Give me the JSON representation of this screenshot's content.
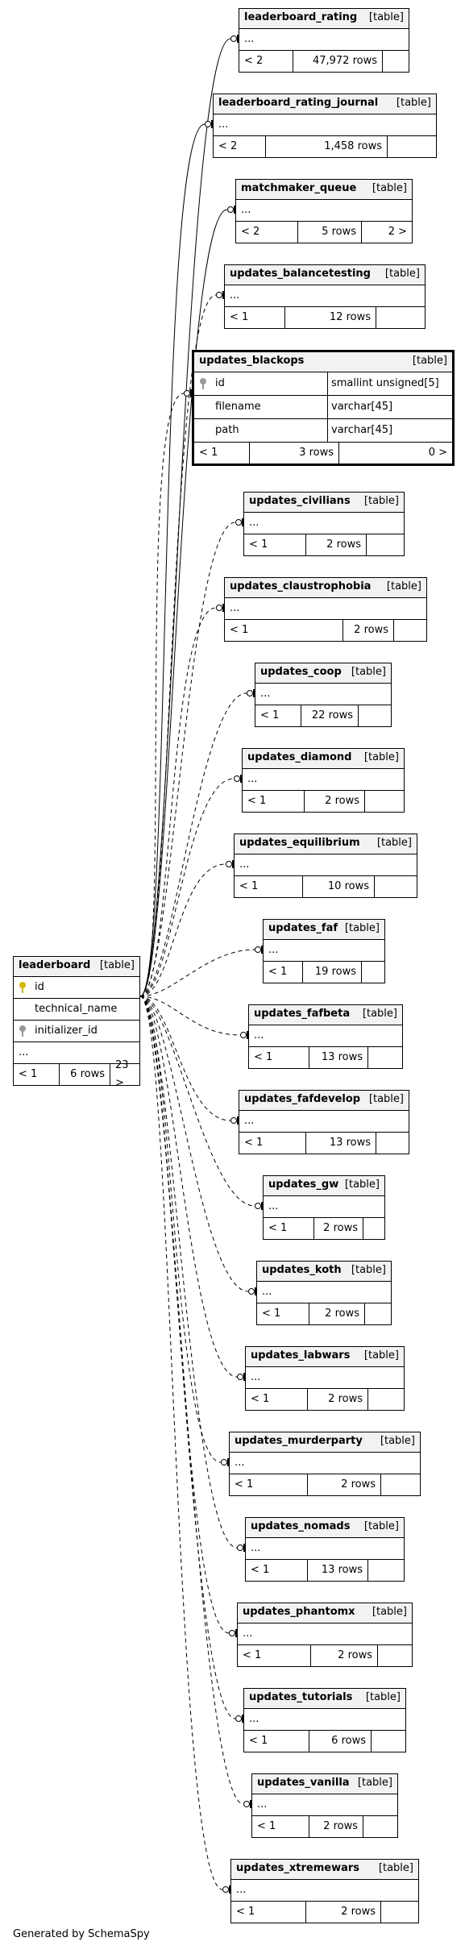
{
  "main": {
    "name": "leaderboard",
    "kind": "[table]",
    "columns": [
      "id",
      "technical_name",
      "initializer_id"
    ],
    "more": "...",
    "footer": {
      "prev": "< 1",
      "rows": "6 rows",
      "next": "23 >"
    }
  },
  "focus": {
    "name": "updates_blackops",
    "kind": "[table]",
    "columns": [
      {
        "name": "id",
        "type": "smallint unsigned[5]"
      },
      {
        "name": "filename",
        "type": "varchar[45]"
      },
      {
        "name": "path",
        "type": "varchar[45]"
      }
    ],
    "footer": {
      "prev": "< 1",
      "rows": "3 rows",
      "next": "0 >"
    }
  },
  "tables": [
    {
      "name": "leaderboard_rating",
      "kind": "[table]",
      "more": "...",
      "prev": "< 2",
      "rows": "47,972 rows",
      "next": ""
    },
    {
      "name": "leaderboard_rating_journal",
      "kind": "[table]",
      "more": "...",
      "prev": "< 2",
      "rows": "1,458 rows",
      "next": ""
    },
    {
      "name": "matchmaker_queue",
      "kind": "[table]",
      "more": "...",
      "prev": "< 2",
      "rows": "5 rows",
      "next": "2 >"
    },
    {
      "name": "updates_balancetesting",
      "kind": "[table]",
      "more": "...",
      "prev": "< 1",
      "rows": "12 rows",
      "next": ""
    },
    {
      "name": "updates_civilians",
      "kind": "[table]",
      "more": "...",
      "prev": "< 1",
      "rows": "2 rows",
      "next": ""
    },
    {
      "name": "updates_claustrophobia",
      "kind": "[table]",
      "more": "...",
      "prev": "< 1",
      "rows": "2 rows",
      "next": ""
    },
    {
      "name": "updates_coop",
      "kind": "[table]",
      "more": "...",
      "prev": "< 1",
      "rows": "22 rows",
      "next": ""
    },
    {
      "name": "updates_diamond",
      "kind": "[table]",
      "more": "...",
      "prev": "< 1",
      "rows": "2 rows",
      "next": ""
    },
    {
      "name": "updates_equilibrium",
      "kind": "[table]",
      "more": "...",
      "prev": "< 1",
      "rows": "10 rows",
      "next": ""
    },
    {
      "name": "updates_faf",
      "kind": "[table]",
      "more": "...",
      "prev": "< 1",
      "rows": "19 rows",
      "next": ""
    },
    {
      "name": "updates_fafbeta",
      "kind": "[table]",
      "more": "...",
      "prev": "< 1",
      "rows": "13 rows",
      "next": ""
    },
    {
      "name": "updates_fafdevelop",
      "kind": "[table]",
      "more": "...",
      "prev": "< 1",
      "rows": "13 rows",
      "next": ""
    },
    {
      "name": "updates_gw",
      "kind": "[table]",
      "more": "...",
      "prev": "< 1",
      "rows": "2 rows",
      "next": ""
    },
    {
      "name": "updates_koth",
      "kind": "[table]",
      "more": "...",
      "prev": "< 1",
      "rows": "2 rows",
      "next": ""
    },
    {
      "name": "updates_labwars",
      "kind": "[table]",
      "more": "...",
      "prev": "< 1",
      "rows": "2 rows",
      "next": ""
    },
    {
      "name": "updates_murderparty",
      "kind": "[table]",
      "more": "...",
      "prev": "< 1",
      "rows": "2 rows",
      "next": ""
    },
    {
      "name": "updates_nomads",
      "kind": "[table]",
      "more": "...",
      "prev": "< 1",
      "rows": "13 rows",
      "next": ""
    },
    {
      "name": "updates_phantomx",
      "kind": "[table]",
      "more": "...",
      "prev": "< 1",
      "rows": "2 rows",
      "next": ""
    },
    {
      "name": "updates_tutorials",
      "kind": "[table]",
      "more": "...",
      "prev": "< 1",
      "rows": "6 rows",
      "next": ""
    },
    {
      "name": "updates_vanilla",
      "kind": "[table]",
      "more": "...",
      "prev": "< 1",
      "rows": "2 rows",
      "next": ""
    },
    {
      "name": "updates_xtremewars",
      "kind": "[table]",
      "more": "...",
      "prev": "< 1",
      "rows": "2 rows",
      "next": ""
    }
  ],
  "footer": "Generated by SchemaSpy"
}
